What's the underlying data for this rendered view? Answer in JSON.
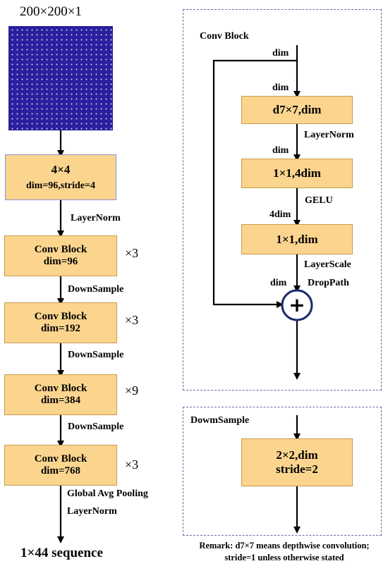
{
  "input": {
    "label": "200×200×1",
    "image_color": "#2a1f9e"
  },
  "patchify": {
    "line1": "4×4",
    "line2": "dim=96,stride=4"
  },
  "left_labels": {
    "layernorm": "LayerNorm",
    "downsample1": "DownSample",
    "downsample2": "DownSample",
    "downsample3": "DownSample",
    "global_pool": "Global Avg Pooling",
    "final_layernorm": "LayerNorm",
    "output": "1×44 sequence"
  },
  "stages": [
    {
      "title": "Conv Block",
      "dim": "dim=96",
      "repeat": "×3"
    },
    {
      "title": "Conv Block",
      "dim": "dim=192",
      "repeat": "×3"
    },
    {
      "title": "Conv Block",
      "dim": "dim=384",
      "repeat": "×9"
    },
    {
      "title": "Conv Block",
      "dim": "dim=768",
      "repeat": "×3"
    }
  ],
  "conv_block_panel": {
    "title": "Conv Block",
    "dim_top": "dim",
    "dim_in": "dim",
    "box1": "d7×7,dim",
    "layernorm": "LayerNorm",
    "dim_2": "dim",
    "box2": "1×1,4dim",
    "gelu": "GELU",
    "dim_4": "4dim",
    "box3": "1×1,dim",
    "layerscale": "LayerScale",
    "dim_out": "dim",
    "droppath": "DropPath",
    "plus": "+"
  },
  "downsample_panel": {
    "title": "DowmSample",
    "line1": "2×2,dim",
    "line2": "stride=2"
  },
  "remark": {
    "line1": "Remark: d7×7 means depthwise convolution;",
    "line2": "stride=1 unless otherwise stated"
  },
  "colors": {
    "box_fill": "#fbd58e",
    "panel_border": "#6a6aa8",
    "plus_circle": "#1b2a6b"
  }
}
